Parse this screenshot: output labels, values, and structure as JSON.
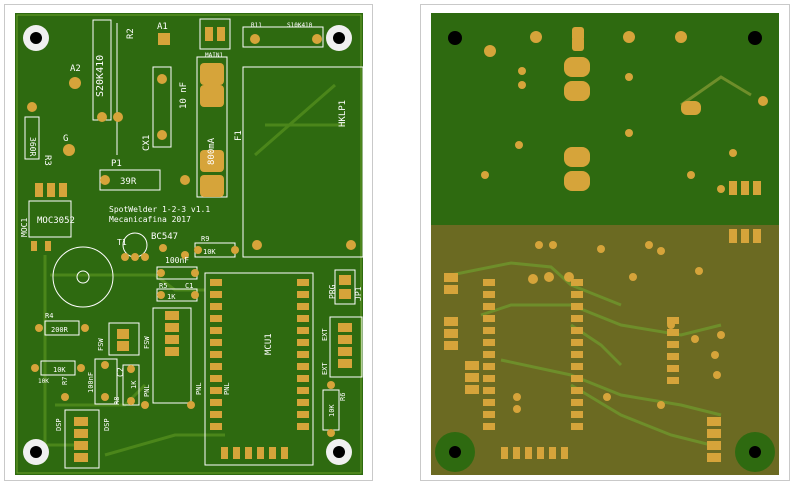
{
  "colors": {
    "board_green": "#2e6a10",
    "board_green_dark": "#245a0a",
    "copper_pad": "#d6a43a",
    "copper_trace": "#6e8e2a",
    "ground_fill": "#6b6a22",
    "silkscreen": "#ffffff"
  },
  "front": {
    "labels": {
      "s20k410": "S20K410",
      "r2": "R2",
      "a1": "A1",
      "main1": "MAIN1",
      "r11": "R11",
      "s10k410": "S10K410",
      "a2": "A2",
      "nf10": "10 nF",
      "cx1": "CX1",
      "ma800": "800mA",
      "f1": "F1",
      "hklp1": "HKLP1",
      "r360": "360R",
      "r3": "R3",
      "g": "G",
      "p1": "P1",
      "r39": "39R",
      "moc3052": "MOC3052",
      "moc1": "MOC1",
      "title1": "SpotWelder 1-2-3 v1.1",
      "title2": "Mecanicafina 2017",
      "t1": "T1",
      "bc547": "BC547",
      "r9": "R9",
      "r10k_a": "10K",
      "nf100": "100nF",
      "prg": "PRG",
      "jp1": "JP1",
      "r5": "R5",
      "c1": "C1",
      "r1k_a": "1K",
      "r4": "R4",
      "r200": "200R",
      "fsw_a": "FSW",
      "fsw_b": "FSW",
      "mcu1": "MCU1",
      "ext_a": "EXT",
      "ext_b": "EXT",
      "r10k_b": "10K",
      "r7": "R7",
      "c2": "C2",
      "nf100_b": "100nF",
      "r8": "R8",
      "r1k_b": "1K",
      "pnl_a": "PNL",
      "pnl_b": "PNL",
      "pnl_c": "PNL",
      "r10k_c": "10K",
      "r6": "R6",
      "dsp_a": "DSP",
      "dsp_b": "DSP",
      "r10k_d": "10K"
    }
  }
}
